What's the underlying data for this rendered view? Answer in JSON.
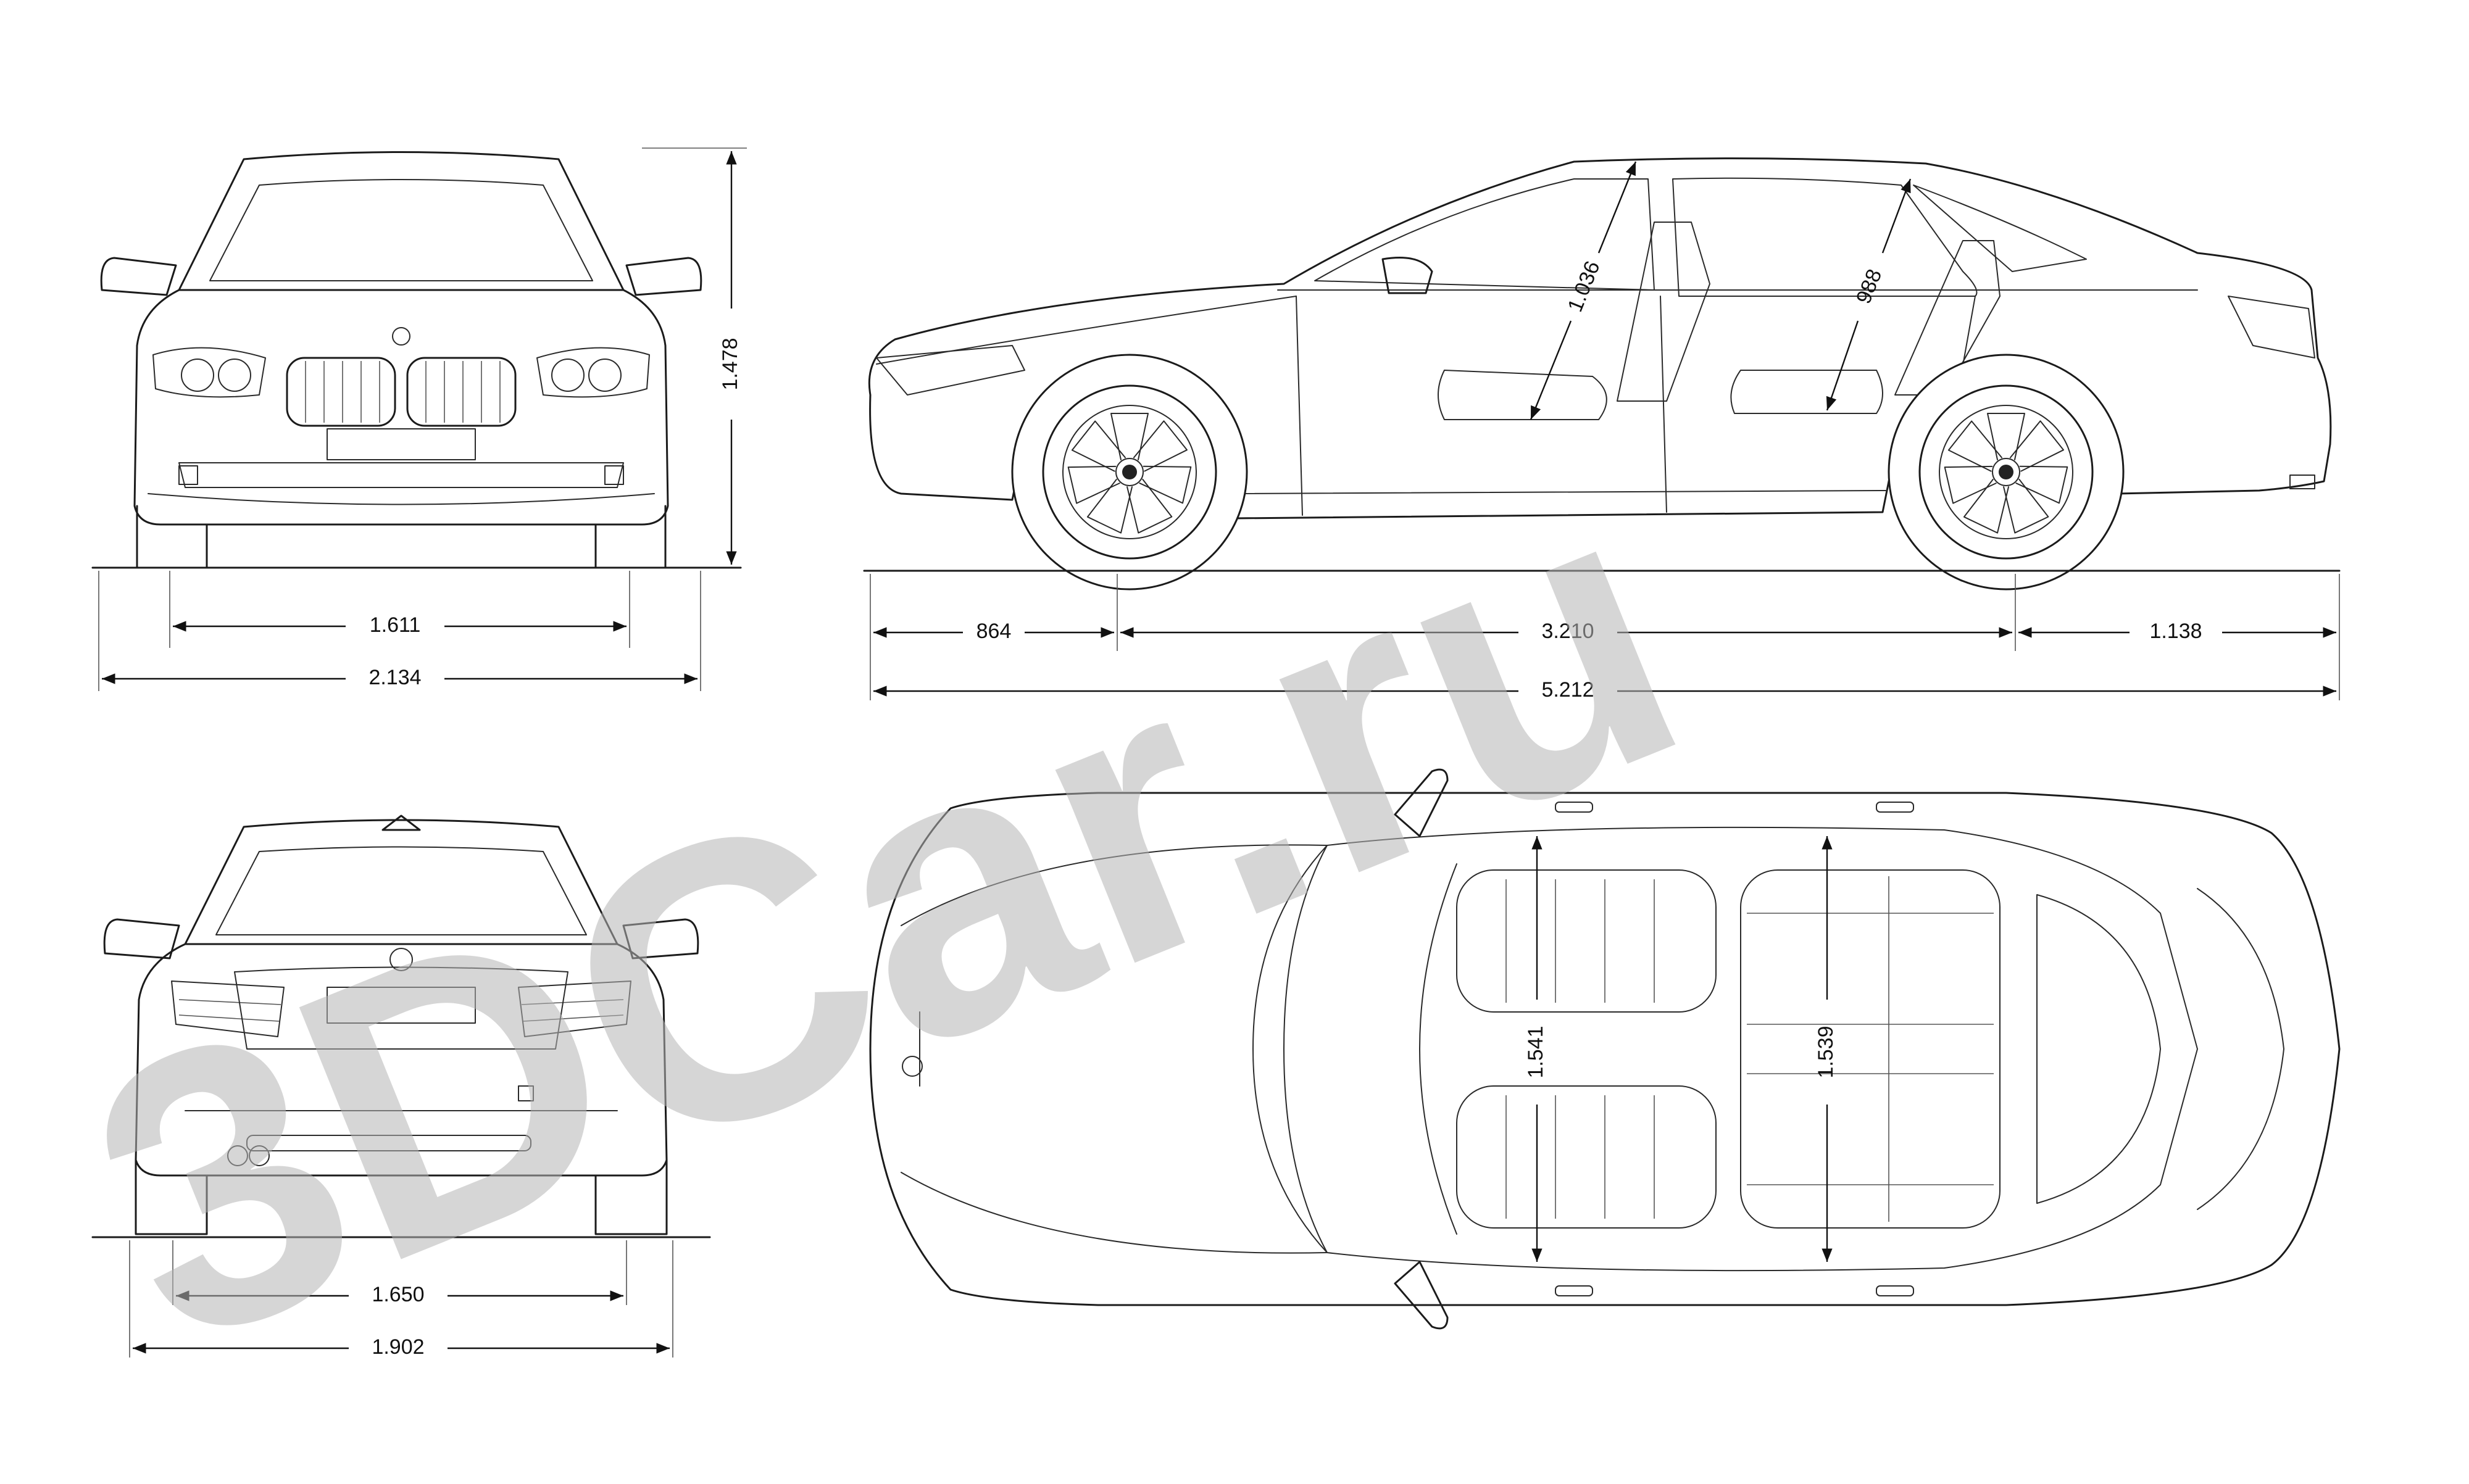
{
  "watermark": "3DCar.ru",
  "dimensions": {
    "front_track": "1.611",
    "overall_width_mirrors": "2.134",
    "height": "1.478",
    "front_overhang": "864",
    "wheelbase": "3.210",
    "rear_overhang": "1.138",
    "overall_length": "5.212",
    "front_headroom": "1.036",
    "rear_headroom": "988",
    "rear_track": "1.650",
    "overall_width": "1.902",
    "front_shoulder_width": "1.541",
    "rear_shoulder_width": "1.539"
  },
  "colors": {
    "line": "#1b1b1b",
    "watermark": "#b5b5b5",
    "background": "#ffffff"
  }
}
